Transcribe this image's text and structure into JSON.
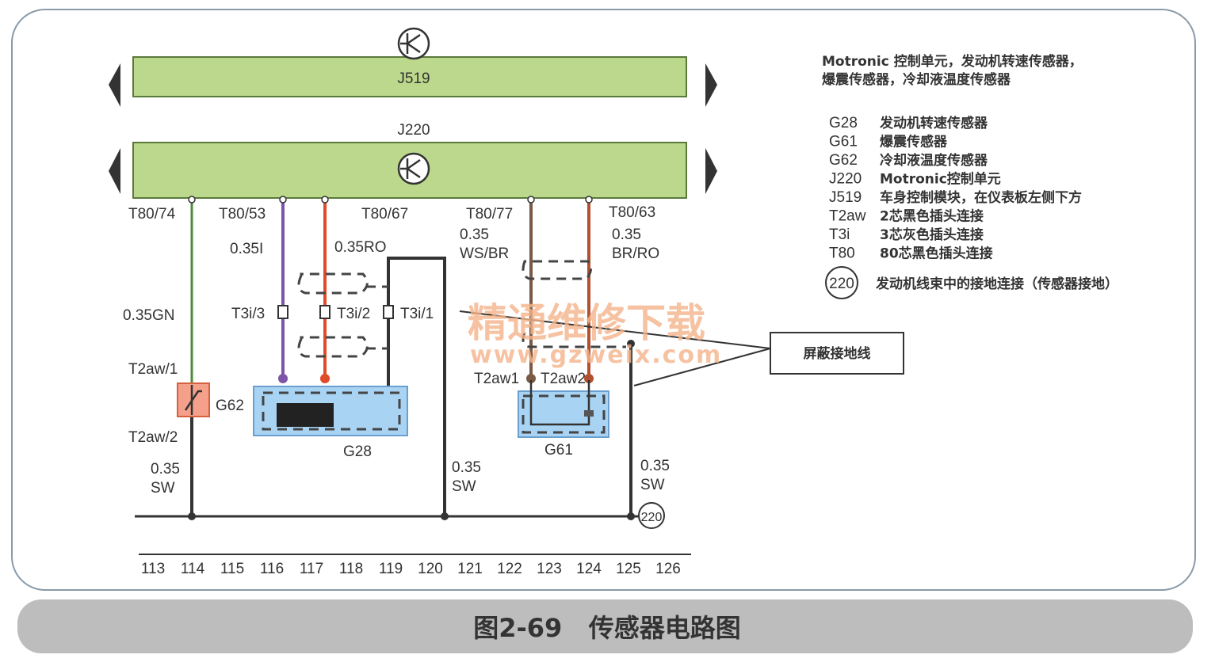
{
  "modules": {
    "j519": "J519",
    "j220": "J220"
  },
  "pins": [
    "T80/74",
    "T80/53",
    "T80/67",
    "T80/77",
    "T80/63"
  ],
  "wires": {
    "w1": "0.35GN",
    "w2": "0.35I",
    "w3": "0.35RO",
    "w4a": "0.35",
    "w4b": "WS/BR",
    "w5a": "0.35",
    "w5b": "BR/RO",
    "sw1a": "0.35",
    "sw1b": "SW",
    "sw2a": "0.35",
    "sw2b": "SW",
    "sw3a": "0.35",
    "sw3b": "SW"
  },
  "connectors": {
    "t3i3": "T3i/3",
    "t3i2": "T3i/2",
    "t3i1": "T3i/1",
    "t2aw1": "T2aw/1",
    "t2aw2": "T2aw/2",
    "g61_1": "T2aw1",
    "g61_2": "T2aw2"
  },
  "components": {
    "g62": "G62",
    "g28": "G28",
    "g61": "G61",
    "ground": "220"
  },
  "shield_label": "屏蔽接地线",
  "ruler": [
    "113",
    "114",
    "115",
    "116",
    "117",
    "118",
    "119",
    "120",
    "121",
    "122",
    "123",
    "124",
    "125",
    "126"
  ],
  "legend": {
    "title1": "Motronic 控制单元，发动机转速传感器，",
    "title2": "爆震传感器，冷却液温度传感器",
    "items": [
      {
        "code": "G28",
        "desc": "发动机转速传感器"
      },
      {
        "code": "G61",
        "desc": "爆震传感器"
      },
      {
        "code": "G62",
        "desc": "冷却液温度传感器"
      },
      {
        "code": "J220",
        "desc": "Motronic控制单元"
      },
      {
        "code": "J519",
        "desc": "车身控制模块，在仪表板左侧下方"
      },
      {
        "code": "T2aw",
        "desc": "2芯黑色插头连接"
      },
      {
        "code": "T3i",
        "desc": "3芯灰色插头连接"
      },
      {
        "code": "T80",
        "desc": "80芯黑色插头连接"
      }
    ],
    "ground_code": "220",
    "ground_desc": "发动机线束中的接地连接（传感器接地）"
  },
  "watermark": {
    "cn": "精通维修下载",
    "url": "www.gzweix.com"
  },
  "caption": "图2-69   传感器电路图",
  "colors": {
    "module": "#bcd88c",
    "sensor_box": "#a9d3f3",
    "g62_box": "#f4a08a",
    "gn": "#4f8a3a",
    "purple": "#7c55a8",
    "red": "#e24b2a",
    "brown": "#7a5a45",
    "frame": "#8a9aa8"
  }
}
